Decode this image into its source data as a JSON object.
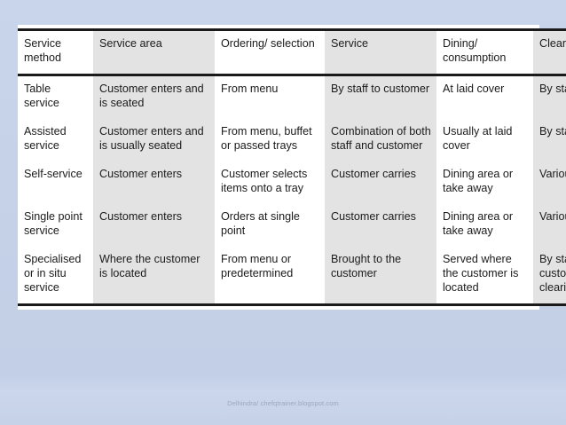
{
  "slide": {
    "background_color": "#c5d1e7",
    "caption": "Delhindra/ chefqtrainer.blogspot.com"
  },
  "table": {
    "name": "service-methods-table",
    "header_border_color": "#1a1a1a",
    "shaded_column_color": "#e3e3e3",
    "plain_column_color": "#ffffff",
    "columns": [
      {
        "key": "service_method",
        "label": "Service method",
        "shaded": false
      },
      {
        "key": "service_area",
        "label": "Service area",
        "shaded": true
      },
      {
        "key": "ordering_selection",
        "label": "Ordering/ selection",
        "shaded": false
      },
      {
        "key": "service",
        "label": "Service",
        "shaded": true
      },
      {
        "key": "dining_consumption",
        "label": "Dining/ consumption",
        "shaded": false
      },
      {
        "key": "clearing",
        "label": "Clearing",
        "shaded": true
      }
    ],
    "rows": [
      {
        "service_method": "Table service",
        "service_area": "Customer enters and is seated",
        "ordering_selection": "From menu",
        "service": "By staff to customer",
        "dining_consumption": "At laid cover",
        "clearing": "By staff"
      },
      {
        "service_method": "Assisted service",
        "service_area": "Customer enters and is usually seated",
        "ordering_selection": "From menu, buffet or passed trays",
        "service": "Combination of both staff and customer",
        "dining_consumption": "Usually at laid cover",
        "clearing": "By staff"
      },
      {
        "service_method": "Self-service",
        "service_area": "Customer enters",
        "ordering_selection": "Customer selects items onto a tray",
        "service": "Customer carries",
        "dining_consumption": "Dining area or take away",
        "clearing": "Various"
      },
      {
        "service_method": "Single point service",
        "service_area": "Customer enters",
        "ordering_selection": "Orders at single point",
        "service": "Customer carries",
        "dining_consumption": "Dining area or take away",
        "clearing": "Various"
      },
      {
        "service_method": "Specialised or in situ service",
        "service_area": "Where the customer is located",
        "ordering_selection": "From menu or predetermined",
        "service": "Brought to the customer",
        "dining_consumption": "Served where the customer is located",
        "clearing": "By staff or customer clearing"
      }
    ]
  }
}
